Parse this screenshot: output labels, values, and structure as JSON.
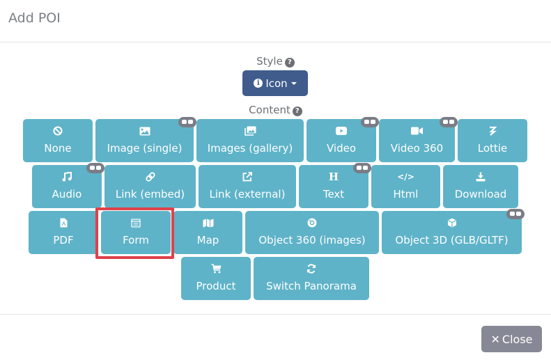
{
  "dialog": {
    "title": "Add POI"
  },
  "style": {
    "label": "Style",
    "help_icon": "question-circle-icon",
    "selected": "Icon",
    "selected_icon": "info-circle-icon"
  },
  "content": {
    "label": "Content",
    "help_icon": "question-circle-icon",
    "highlighted": "Form",
    "buttons": [
      {
        "label": "None",
        "icon": "ban-icon",
        "vr": false
      },
      {
        "label": "Image (single)",
        "icon": "image-icon",
        "vr": true
      },
      {
        "label": "Images (gallery)",
        "icon": "images-icon",
        "vr": false
      },
      {
        "label": "Video",
        "icon": "youtube-icon",
        "vr": true
      },
      {
        "label": "Video 360",
        "icon": "video-camera-icon",
        "vr": true
      },
      {
        "label": "Lottie",
        "icon": "lottie-icon",
        "vr": false
      },
      {
        "label": "Audio",
        "icon": "music-icon",
        "vr": true
      },
      {
        "label": "Link (embed)",
        "icon": "link-icon",
        "vr": false
      },
      {
        "label": "Link (external)",
        "icon": "external-link-icon",
        "vr": false
      },
      {
        "label": "Text",
        "icon": "heading-icon",
        "vr": true
      },
      {
        "label": "Html",
        "icon": "code-icon",
        "vr": false
      },
      {
        "label": "Download",
        "icon": "download-icon",
        "vr": false
      },
      {
        "label": "PDF",
        "icon": "file-pdf-icon",
        "vr": false
      },
      {
        "label": "Form",
        "icon": "form-icon",
        "vr": false
      },
      {
        "label": "Map",
        "icon": "map-icon",
        "vr": false
      },
      {
        "label": "Object 360 (images)",
        "icon": "compact-disc-icon",
        "vr": false
      },
      {
        "label": "Object 3D (GLB/GLTF)",
        "icon": "cube-icon",
        "vr": true
      },
      {
        "label": "Product",
        "icon": "shopping-cart-icon",
        "vr": false
      },
      {
        "label": "Switch Panorama",
        "icon": "sync-icon",
        "vr": false
      }
    ],
    "vr_badge_icon": "vr-cardboard-icon"
  },
  "footer": {
    "close_label": "Close",
    "close_icon": "times-icon"
  },
  "colors": {
    "content_button": "#5fb3c8",
    "style_button": "#3f5c8c",
    "close_button": "#868995",
    "highlight": "#e0414a",
    "vr_badge": "#7a7d87"
  }
}
